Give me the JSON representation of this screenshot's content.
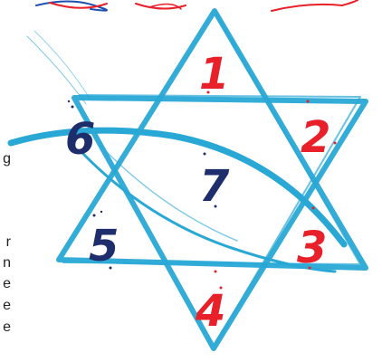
{
  "colors": {
    "star": "#29a8d6",
    "red": "#e8202a",
    "navy": "#1e2d6b",
    "text": "#222222"
  },
  "numbers": {
    "n1": "1",
    "n2": "2",
    "n3": "3",
    "n4": "4",
    "n5": "5",
    "n6": "6",
    "n7": "7"
  },
  "edge_text": [
    "g",
    "r",
    "n",
    "e",
    "e",
    "e"
  ],
  "icons": {
    "star": "hexagram-star-icon",
    "fish": "fish-arc-icon",
    "scribbles": "scribble-marks-icon"
  }
}
